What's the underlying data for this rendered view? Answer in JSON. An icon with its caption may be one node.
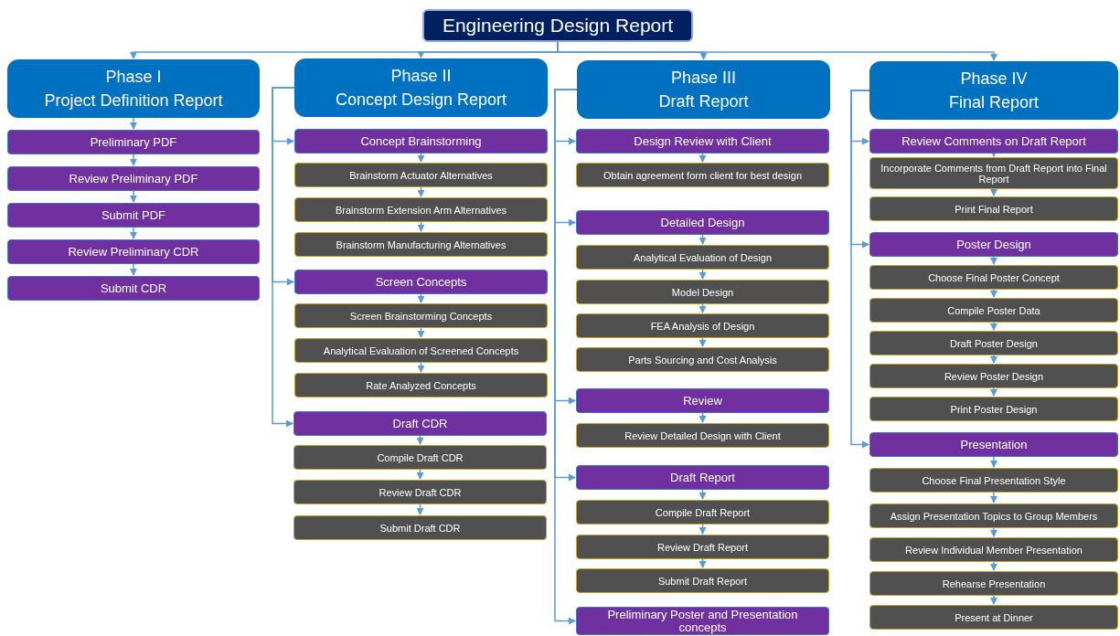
{
  "diagram": {
    "nodes": [
      {
        "text": [
          "Engineering Design Report"
        ]
      },
      {
        "text": [
          "Phase I",
          "Project Definition Report"
        ]
      },
      {
        "text": [
          "Preliminary PDF"
        ]
      },
      {
        "text": [
          "Review Preliminary PDF"
        ]
      },
      {
        "text": [
          "Submit PDF"
        ]
      },
      {
        "text": [
          "Review Preliminary CDR"
        ]
      },
      {
        "text": [
          "Submit CDR"
        ]
      },
      {
        "text": [
          "Phase II",
          "Concept Design Report"
        ]
      },
      {
        "text": [
          "Concept Brainstorming"
        ]
      },
      {
        "text": [
          "Brainstorm Actuator Alternatives"
        ]
      },
      {
        "text": [
          "Brainstorm Extension Arm Alternatives"
        ]
      },
      {
        "text": [
          "Brainstorm Manufacturing Alternatives"
        ]
      },
      {
        "text": [
          "Screen Concepts"
        ]
      },
      {
        "text": [
          "Screen Brainstorming Concepts"
        ]
      },
      {
        "text": [
          "Analytical Evaluation of Screened Concepts"
        ]
      },
      {
        "text": [
          "Rate Analyzed Concepts"
        ]
      },
      {
        "text": [
          "Draft CDR"
        ]
      },
      {
        "text": [
          "Compile Draft CDR"
        ]
      },
      {
        "text": [
          "Review Draft CDR"
        ]
      },
      {
        "text": [
          "Submit Draft CDR"
        ]
      },
      {
        "text": [
          "Phase III",
          "Draft Report"
        ]
      },
      {
        "text": [
          "Design Review with Client"
        ]
      },
      {
        "text": [
          "Obtain agreement form client for best design"
        ]
      },
      {
        "text": [
          "Detailed Design"
        ]
      },
      {
        "text": [
          "Analytical Evaluation of Design"
        ]
      },
      {
        "text": [
          "Model Design"
        ]
      },
      {
        "text": [
          "FEA Analysis of Design"
        ]
      },
      {
        "text": [
          "Parts Sourcing and Cost Analysis"
        ]
      },
      {
        "text": [
          "Review"
        ]
      },
      {
        "text": [
          "Review Detailed Design with Client"
        ]
      },
      {
        "text": [
          "Draft Report"
        ]
      },
      {
        "text": [
          "Compile Draft Report"
        ]
      },
      {
        "text": [
          "Review Draft Report"
        ]
      },
      {
        "text": [
          "Submit Draft Report"
        ]
      },
      {
        "text": [
          "Preliminary Poster and Presentation concepts"
        ]
      },
      {
        "text": [
          "Phase IV",
          "Final Report"
        ]
      },
      {
        "text": [
          "Review Comments on Draft Report"
        ]
      },
      {
        "text": [
          "Incorporate Comments from Draft Report into Final Report"
        ]
      },
      {
        "text": [
          "Print Final Report"
        ]
      },
      {
        "text": [
          "Poster Design"
        ]
      },
      {
        "text": [
          "Choose Final Poster Concept"
        ]
      },
      {
        "text": [
          "Compile Poster Data"
        ]
      },
      {
        "text": [
          "Draft Poster Design"
        ]
      },
      {
        "text": [
          "Review Poster Design"
        ]
      },
      {
        "text": [
          "Print Poster Design"
        ]
      },
      {
        "text": [
          "Presentation"
        ]
      },
      {
        "text": [
          "Choose Final Presentation Style"
        ]
      },
      {
        "text": [
          "Assign Presentation Topics to Group Members"
        ]
      },
      {
        "text": [
          "Review Individual Member Presentation"
        ]
      },
      {
        "text": [
          "Rehearse Presentation"
        ]
      },
      {
        "text": [
          "Present at Dinner"
        ]
      }
    ],
    "edges": [
      {
        "from": 0,
        "to": 1,
        "arrow": "to"
      },
      {
        "from": 0,
        "to": 7,
        "arrow": "to"
      },
      {
        "from": 0,
        "to": 20,
        "arrow": "to"
      },
      {
        "from": 0,
        "to": 35,
        "arrow": "to"
      },
      {
        "from": 1,
        "to": 2,
        "arrow": "to"
      },
      {
        "from": 2,
        "to": 3,
        "arrow": "to"
      },
      {
        "from": 3,
        "to": 4,
        "arrow": "to"
      },
      {
        "from": 4,
        "to": 5,
        "arrow": "to"
      },
      {
        "from": 5,
        "to": 6,
        "arrow": "to"
      },
      {
        "from": 7,
        "to": 8,
        "arrow": "to"
      },
      {
        "from": 8,
        "to": 9,
        "arrow": "to"
      },
      {
        "from": 9,
        "to": 10,
        "arrow": "to"
      },
      {
        "from": 10,
        "to": 11,
        "arrow": "to"
      },
      {
        "from": 7,
        "to": 12,
        "arrow": "to"
      },
      {
        "from": 12,
        "to": 13,
        "arrow": "to"
      },
      {
        "from": 13,
        "to": 14,
        "arrow": "to"
      },
      {
        "from": 14,
        "to": 15,
        "arrow": "to"
      },
      {
        "from": 7,
        "to": 16,
        "arrow": "to"
      },
      {
        "from": 16,
        "to": 17,
        "arrow": "to"
      },
      {
        "from": 17,
        "to": 18,
        "arrow": "to"
      },
      {
        "from": 18,
        "to": 19,
        "arrow": "to"
      },
      {
        "from": 20,
        "to": 21,
        "arrow": "to"
      },
      {
        "from": 21,
        "to": 22,
        "arrow": "to"
      },
      {
        "from": 20,
        "to": 23,
        "arrow": "to"
      },
      {
        "from": 23,
        "to": 24,
        "arrow": "to"
      },
      {
        "from": 24,
        "to": 25,
        "arrow": "to"
      },
      {
        "from": 25,
        "to": 26,
        "arrow": "to"
      },
      {
        "from": 26,
        "to": 27,
        "arrow": "to"
      },
      {
        "from": 20,
        "to": 28,
        "arrow": "to"
      },
      {
        "from": 28,
        "to": 29,
        "arrow": "to"
      },
      {
        "from": 20,
        "to": 30,
        "arrow": "to"
      },
      {
        "from": 30,
        "to": 31,
        "arrow": "to"
      },
      {
        "from": 31,
        "to": 32,
        "arrow": "to"
      },
      {
        "from": 32,
        "to": 33,
        "arrow": "to"
      },
      {
        "from": 20,
        "to": 34,
        "arrow": "to"
      },
      {
        "from": 35,
        "to": 36,
        "arrow": "to"
      },
      {
        "from": 36,
        "to": 37,
        "arrow": "to"
      },
      {
        "from": 37,
        "to": 38,
        "arrow": "to"
      },
      {
        "from": 35,
        "to": 39,
        "arrow": "to"
      },
      {
        "from": 39,
        "to": 40,
        "arrow": "to"
      },
      {
        "from": 40,
        "to": 41,
        "arrow": "to"
      },
      {
        "from": 41,
        "to": 42,
        "arrow": "to"
      },
      {
        "from": 42,
        "to": 43,
        "arrow": "to"
      },
      {
        "from": 43,
        "to": 44,
        "arrow": "to"
      },
      {
        "from": 35,
        "to": 45,
        "arrow": "to"
      },
      {
        "from": 45,
        "to": 46,
        "arrow": "to"
      },
      {
        "from": 46,
        "to": 47,
        "arrow": "to"
      },
      {
        "from": 47,
        "to": 48,
        "arrow": "to"
      },
      {
        "from": 48,
        "to": 49,
        "arrow": "to"
      },
      {
        "from": 49,
        "to": 50,
        "arrow": "to"
      }
    ]
  }
}
